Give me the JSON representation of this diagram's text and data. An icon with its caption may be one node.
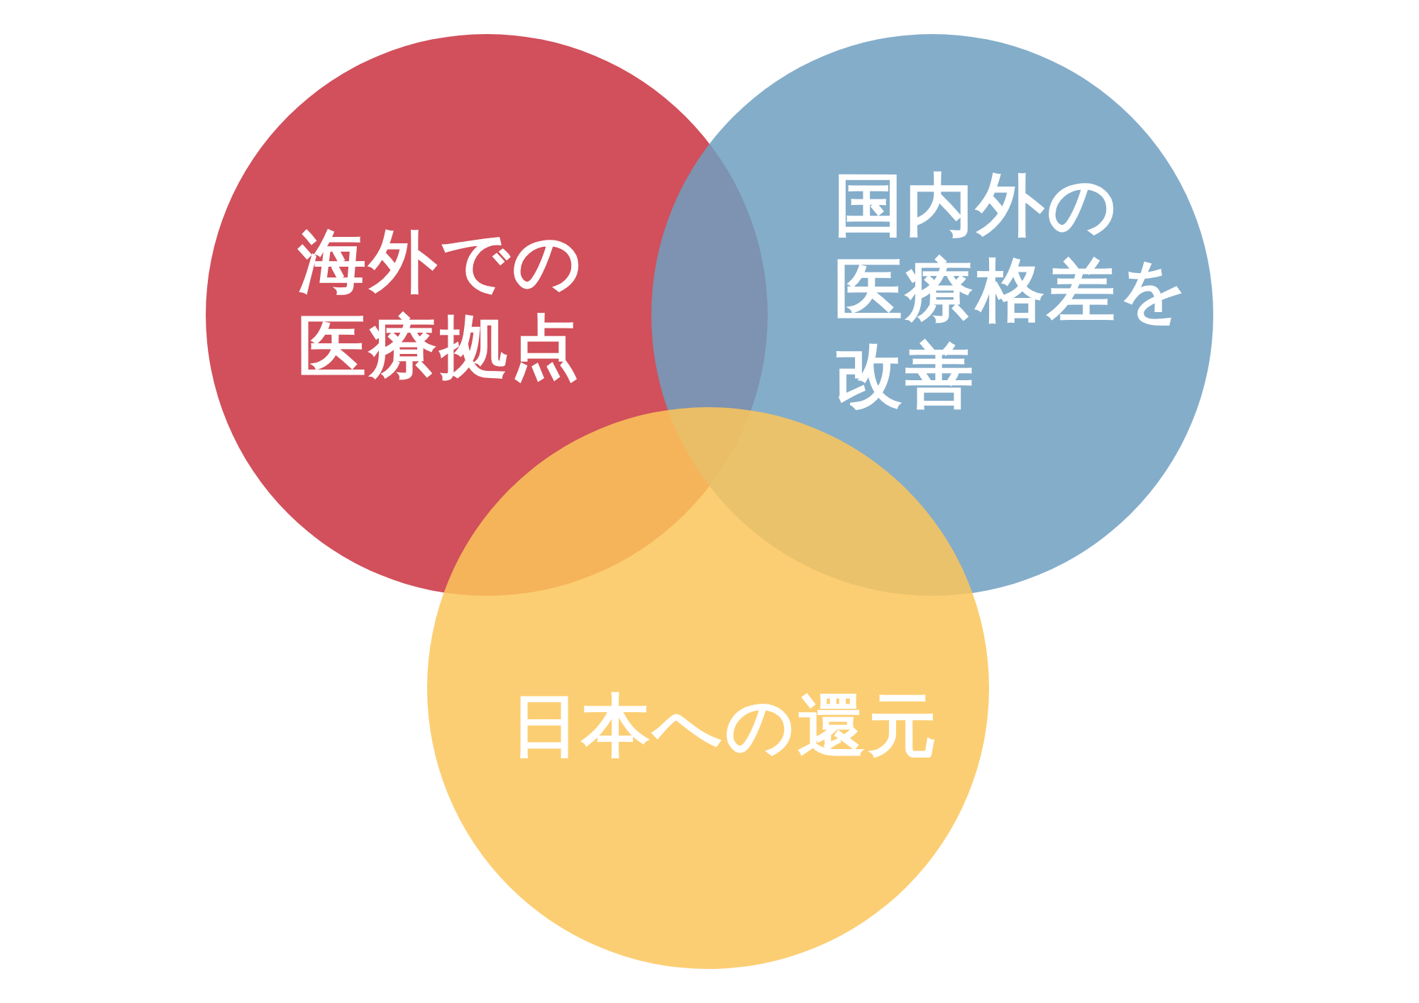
{
  "diagram": {
    "nodes": [
      {
        "text": [
          "海外での医療拠点"
        ]
      },
      {
        "text": [
          "国内外の医療格差を改善"
        ]
      },
      {
        "text": [
          "日本への還元"
        ]
      }
    ]
  }
}
